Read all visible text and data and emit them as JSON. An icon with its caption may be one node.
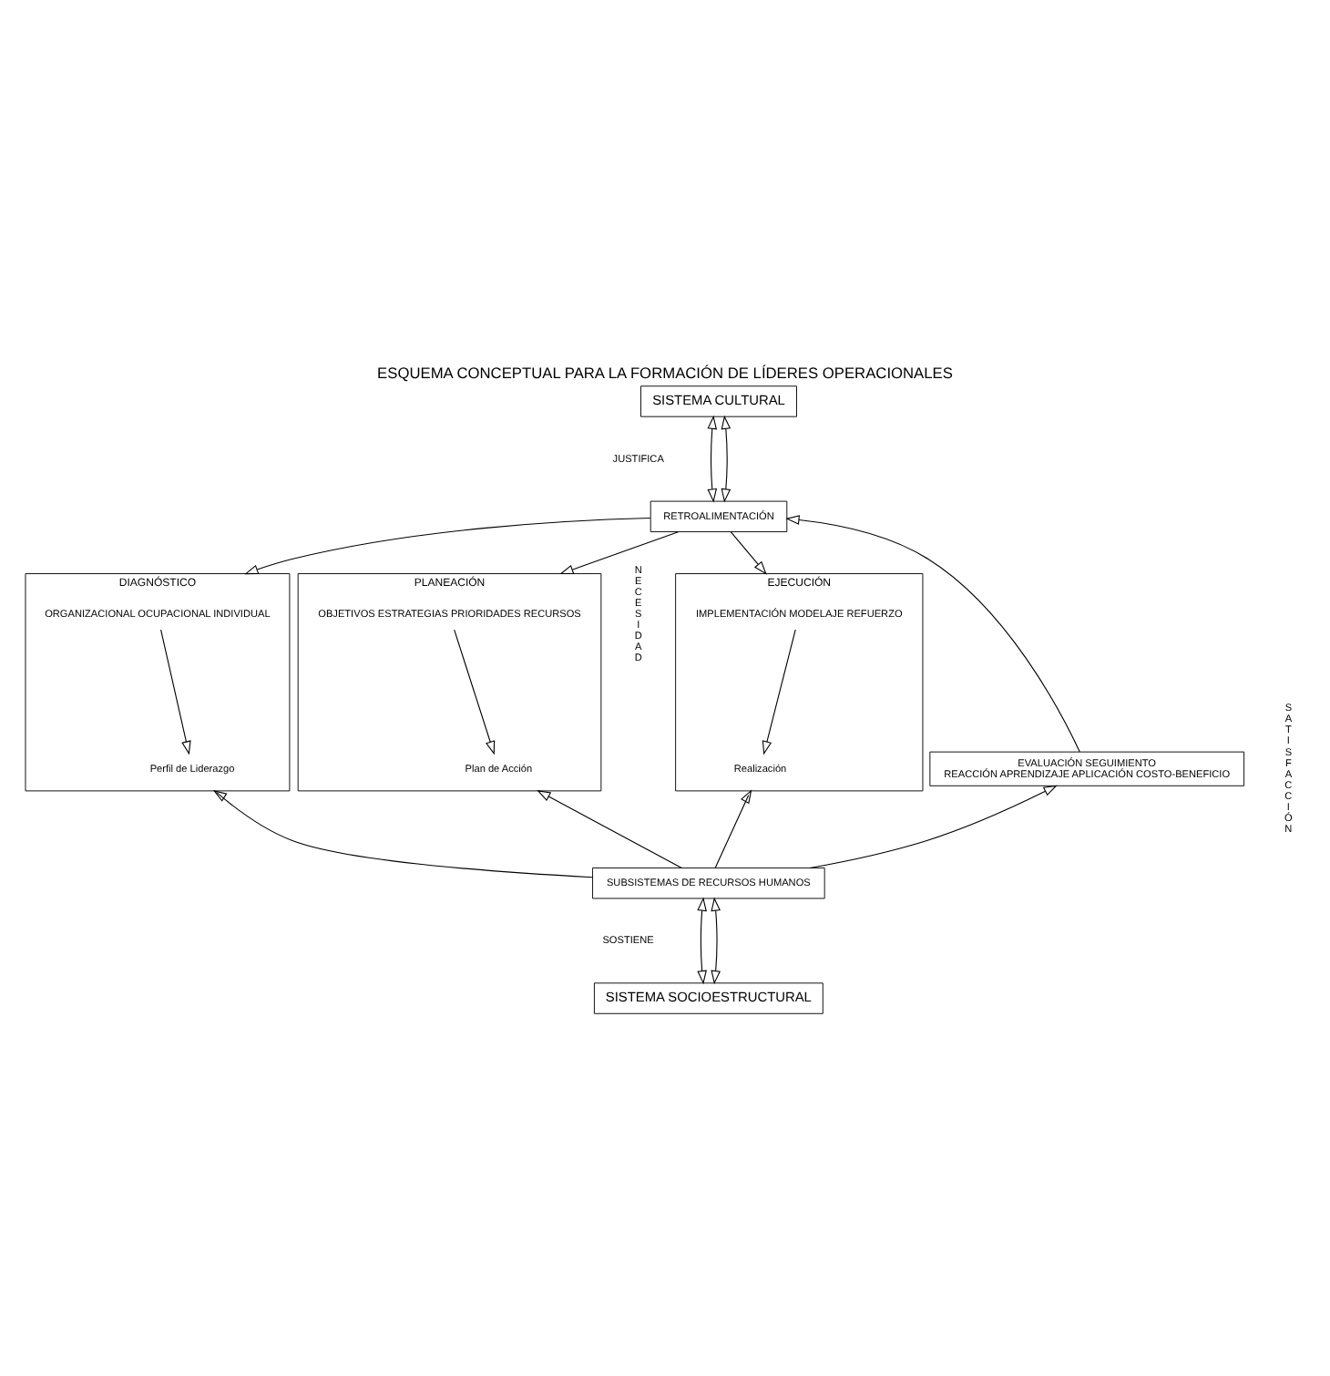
{
  "diagram": {
    "title": "ESQUEMA CONCEPTUAL PARA LA FORMACIÓN DE LÍDERES OPERACIONALES",
    "nodes": [
      {
        "text": [
          "SISTEMA CULTURAL"
        ]
      },
      {
        "text": [
          "RETROALIMENTACIÓN"
        ]
      },
      {
        "text": [
          "DIAGNÓSTICO"
        ]
      },
      {
        "text": [
          "ORGANIZACIONAL OCUPACIONAL INDIVIDUAL"
        ],
        "in": 2
      },
      {
        "text": [
          "Perfil de Liderazgo"
        ],
        "in": 2
      },
      {
        "text": [
          "PLANEACIÓN"
        ]
      },
      {
        "text": [
          "OBJETIVOS ESTRATEGIAS PRIORIDADES RECURSOS"
        ],
        "in": 5
      },
      {
        "text": [
          "Plan de Acción"
        ],
        "in": 5
      },
      {
        "text": [
          "EJECUCIÓN"
        ]
      },
      {
        "text": [
          "IMPLEMENTACIÓN MODELAJE REFUERZO"
        ],
        "in": 8
      },
      {
        "text": [
          "Realización"
        ],
        "in": 8
      },
      {
        "text": [
          "EVALUACIÓN SEGUIMIENTO",
          "REACCIÓN APRENDIZAJE APLICACIÓN COSTO-BENEFICIO"
        ]
      },
      {
        "text": [
          "SUBSISTEMAS DE RECURSOS HUMANOS"
        ]
      },
      {
        "text": [
          "SISTEMA SOCIOESTRUCTURAL"
        ]
      }
    ],
    "edges": [
      {
        "from": 0,
        "to": 1,
        "arrow": "both"
      },
      {
        "from": 0,
        "to": 1,
        "arrow": "both"
      },
      {
        "from": 1,
        "to": 2,
        "arrow": "to"
      },
      {
        "from": 1,
        "to": 5,
        "arrow": "to"
      },
      {
        "from": 1,
        "to": 8,
        "arrow": "to"
      },
      {
        "from": 11,
        "to": 1,
        "arrow": "to"
      },
      {
        "from": 3,
        "to": 4,
        "arrow": "to"
      },
      {
        "from": 6,
        "to": 7,
        "arrow": "to"
      },
      {
        "from": 9,
        "to": 10,
        "arrow": "to"
      },
      {
        "from": 12,
        "to": 2,
        "arrow": "to"
      },
      {
        "from": 12,
        "to": 5,
        "arrow": "to"
      },
      {
        "from": 12,
        "to": 8,
        "arrow": "to"
      },
      {
        "from": 12,
        "to": 11,
        "arrow": "to"
      },
      {
        "from": 12,
        "to": 13,
        "arrow": "both"
      },
      {
        "from": 12,
        "to": 13,
        "arrow": "both"
      }
    ],
    "labels": [
      "JUSTIFICA",
      "NECESIDAD",
      "SATISFACCIÓN",
      "SOSTIENE"
    ]
  }
}
